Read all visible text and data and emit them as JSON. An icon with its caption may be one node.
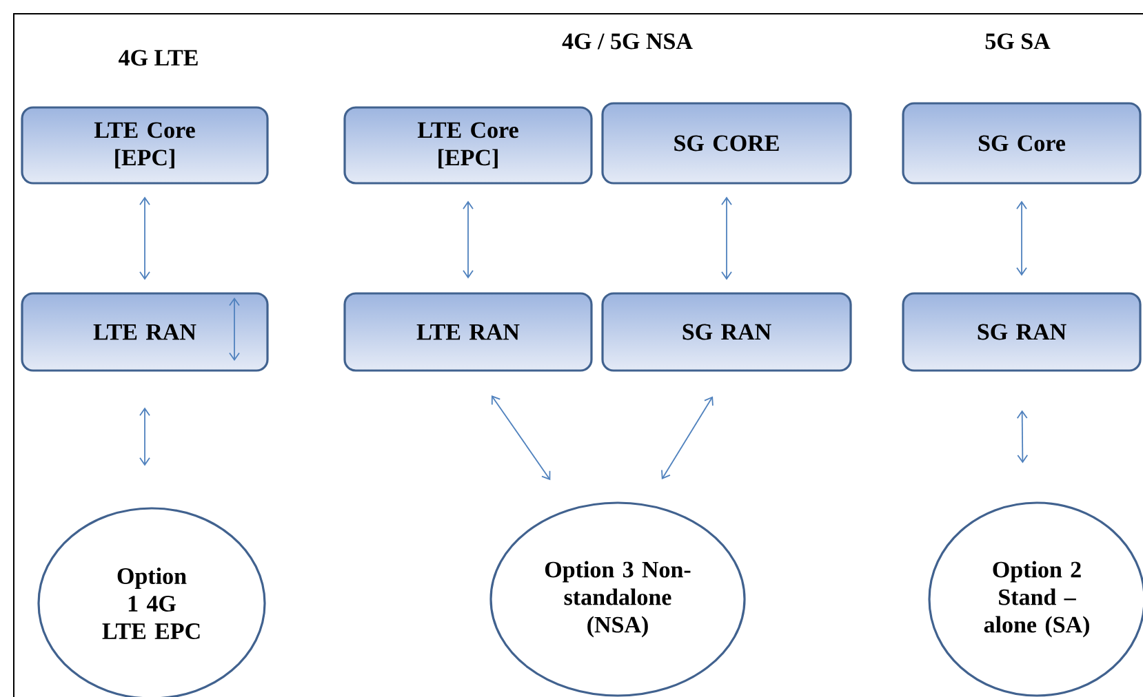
{
  "diagram": {
    "nodes": [
      {
        "text": [
          "LTE Core [EPC]"
        ]
      },
      {
        "text": [
          "LTE RAN"
        ]
      },
      {
        "text": [
          "Option 1 4G LTE EPC"
        ]
      },
      {
        "text": [
          "LTE Core [EPC]"
        ]
      },
      {
        "text": [
          "SG CORE"
        ]
      },
      {
        "text": [
          "LTE RAN"
        ]
      },
      {
        "text": [
          "SG RAN"
        ]
      },
      {
        "text": [
          "Option 3 Non- standalone (NSA)"
        ]
      },
      {
        "text": [
          "SG Core"
        ]
      },
      {
        "text": [
          "SG RAN"
        ]
      },
      {
        "text": [
          "Option 2 Stand – alone (SA)"
        ]
      }
    ],
    "edges": [
      {
        "from": 0,
        "to": 1,
        "arrow": "both"
      },
      {
        "from": 1,
        "to": 2,
        "arrow": "both"
      },
      {
        "from": 3,
        "to": 5,
        "arrow": "both"
      },
      {
        "from": 4,
        "to": 6,
        "arrow": "both"
      },
      {
        "from": 5,
        "to": 7,
        "arrow": "both"
      },
      {
        "from": 6,
        "to": 7,
        "arrow": "both"
      },
      {
        "from": 8,
        "to": 9,
        "arrow": "both"
      },
      {
        "from": 9,
        "to": 10,
        "arrow": "both"
      }
    ],
    "labels": [
      "4G LTE",
      "4G / 5G NSA",
      "5G SA"
    ]
  }
}
